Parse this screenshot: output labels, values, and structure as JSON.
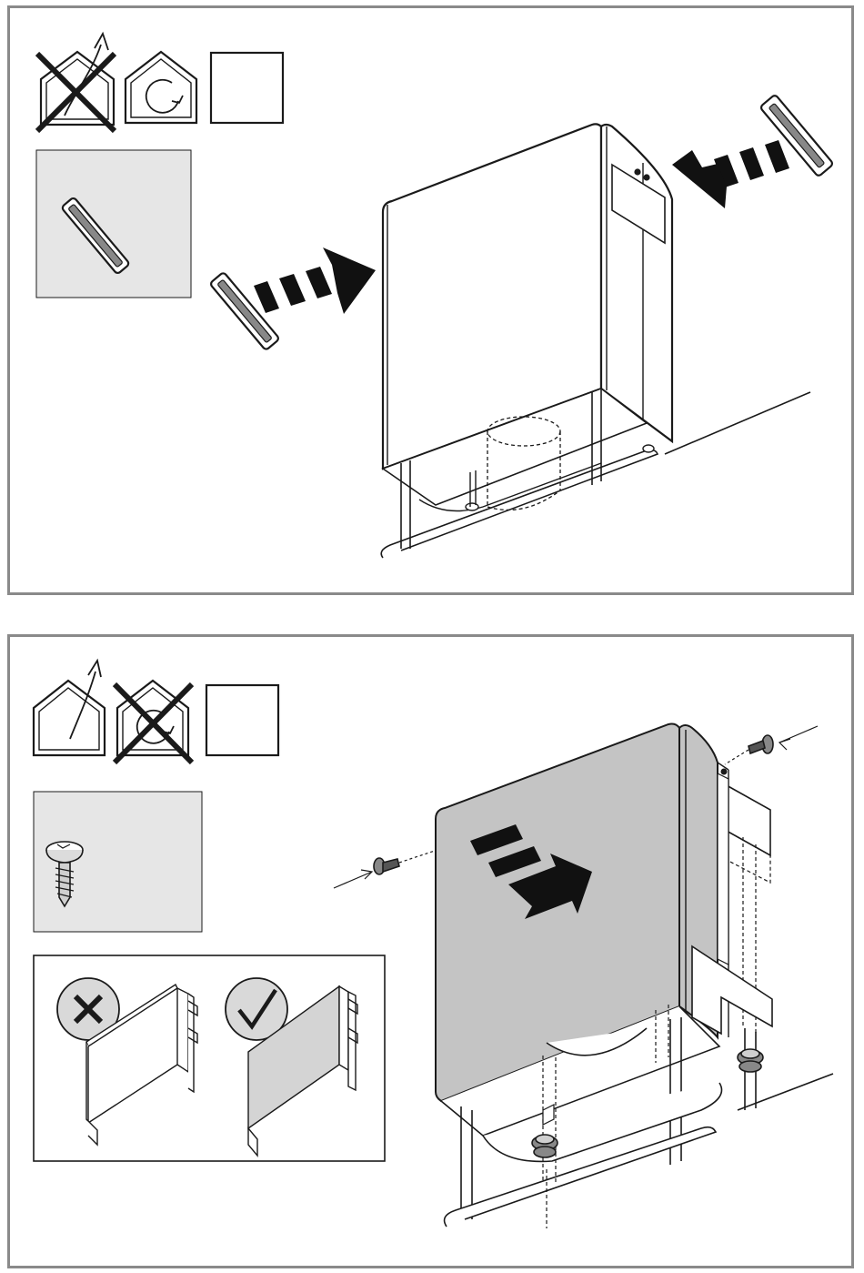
{
  "document": {
    "type": "installation-instructions",
    "steps": [
      {
        "id": "step-a",
        "mode_icons": [
          "extraction-mode-crossed-icon",
          "recirculation-mode-icon",
          "blank-box"
        ],
        "parts_icon": "gasket-strip-icon",
        "action": "insert-gaskets-into-chimney-openings"
      },
      {
        "id": "step-b",
        "mode_icons": [
          "extraction-mode-icon",
          "recirculation-mode-crossed-icon",
          "blank-box"
        ],
        "parts_icon": "screw-icon",
        "action": "slide-cover-down-and-fix-with-screws",
        "orientation_hint": [
          "wrong-orientation-x-icon",
          "correct-orientation-check-icon"
        ]
      }
    ]
  },
  "colors": {
    "frame": "#8a8a8a",
    "parts_bg": "#e6e6e6",
    "cover_grey": "#c4c4c4",
    "line": "#1a1a1a"
  }
}
